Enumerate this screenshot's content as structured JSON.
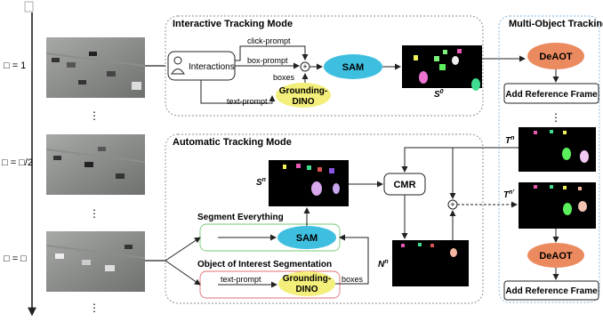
{
  "timeline": {
    "top_symbol": "□",
    "t1": "□ = 1",
    "t_half": "□ = □/2",
    "t_n": "□ = □",
    "dots": "⋮"
  },
  "interactive": {
    "title": "Interactive Tracking Mode",
    "interactions": "Interactions",
    "click_prompt": "click-prompt",
    "box_prompt": "box-prompt",
    "boxes": "boxes",
    "text_prompt": "text-prompt",
    "sam": "SAM",
    "grounding_1": "Grounding-",
    "grounding_2": "DINO",
    "s0": "S",
    "s0_sup": "0",
    "plus": "+"
  },
  "automatic": {
    "title": "Automatic Tracking Mode",
    "sn": "S",
    "sn_sup": "n",
    "cmr": "CMR",
    "nn": "N",
    "nn_sup": "n",
    "segment_everything": "Segment Everything",
    "sam": "SAM",
    "ois": "Object of Interest Segmentation",
    "text_prompt": "text-prompt",
    "grounding_1": "Grounding-",
    "grounding_2": "DINO",
    "boxes": "boxes",
    "plus": "+"
  },
  "mot": {
    "title": "Multi-Object Tracking",
    "deaot": "DeAOT",
    "add_ref": "Add Reference Frame",
    "tn": "T",
    "tn_sup": "n",
    "tn2": "T",
    "tn2_sup": "n'",
    "deaot2": "DeAOT",
    "add_ref2": "Add Reference Frame",
    "dots": "⋮"
  },
  "colors": {
    "sam": "#3fbfe0",
    "grounding": "#f3ef7a",
    "deaot": "#ec8a5f",
    "frame": "#000000",
    "box_border": "#999999"
  }
}
